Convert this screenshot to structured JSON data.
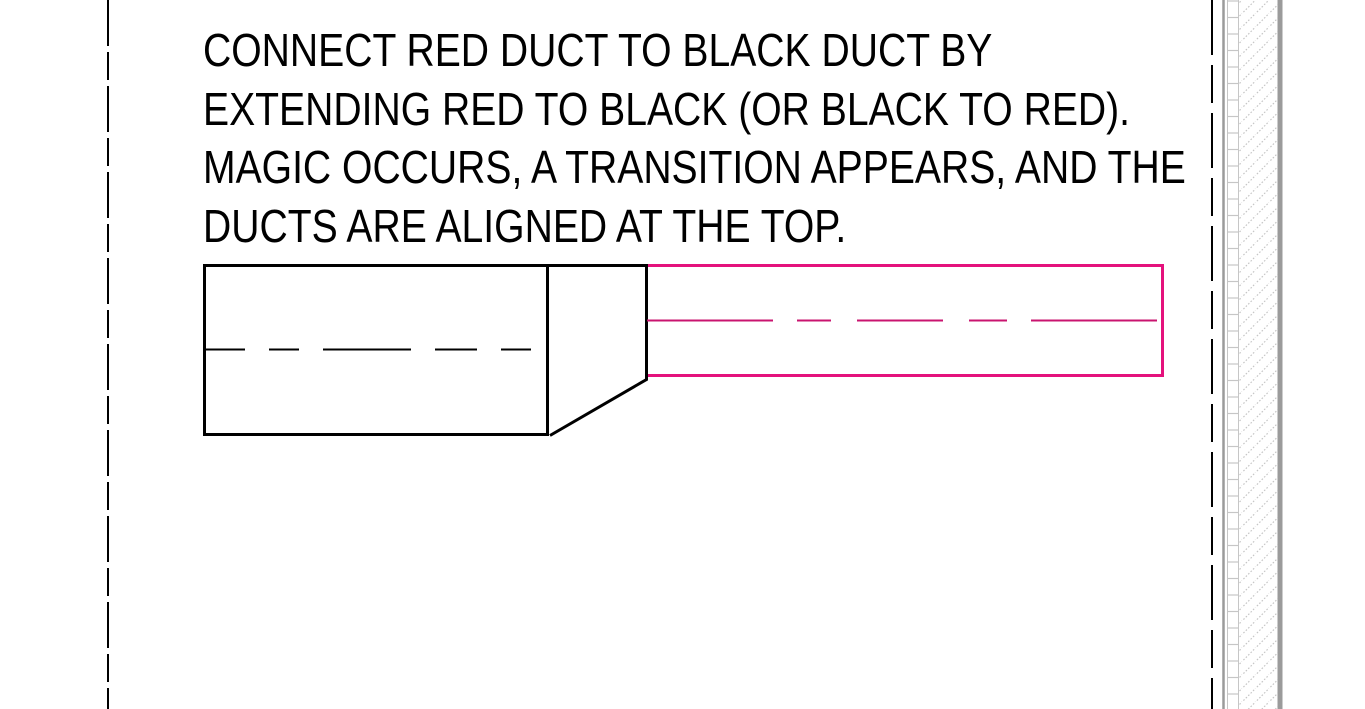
{
  "annotation": {
    "lines": [
      "CONNECT RED DUCT TO BLACK DUCT BY",
      "EXTENDING RED TO BLACK (OR BLACK TO RED).",
      "MAGIC OCCURS, A TRANSITION APPEARS, AND THE",
      "DUCTS ARE ALIGNED AT THE TOP."
    ]
  },
  "colors": {
    "text": "#000000",
    "duct_black": "#000000",
    "duct_red": "#e4117c",
    "duct_red_centerline": "#c9146f",
    "wall_gray": "#9b9b9b",
    "wall_light": "#c6c6c6"
  }
}
